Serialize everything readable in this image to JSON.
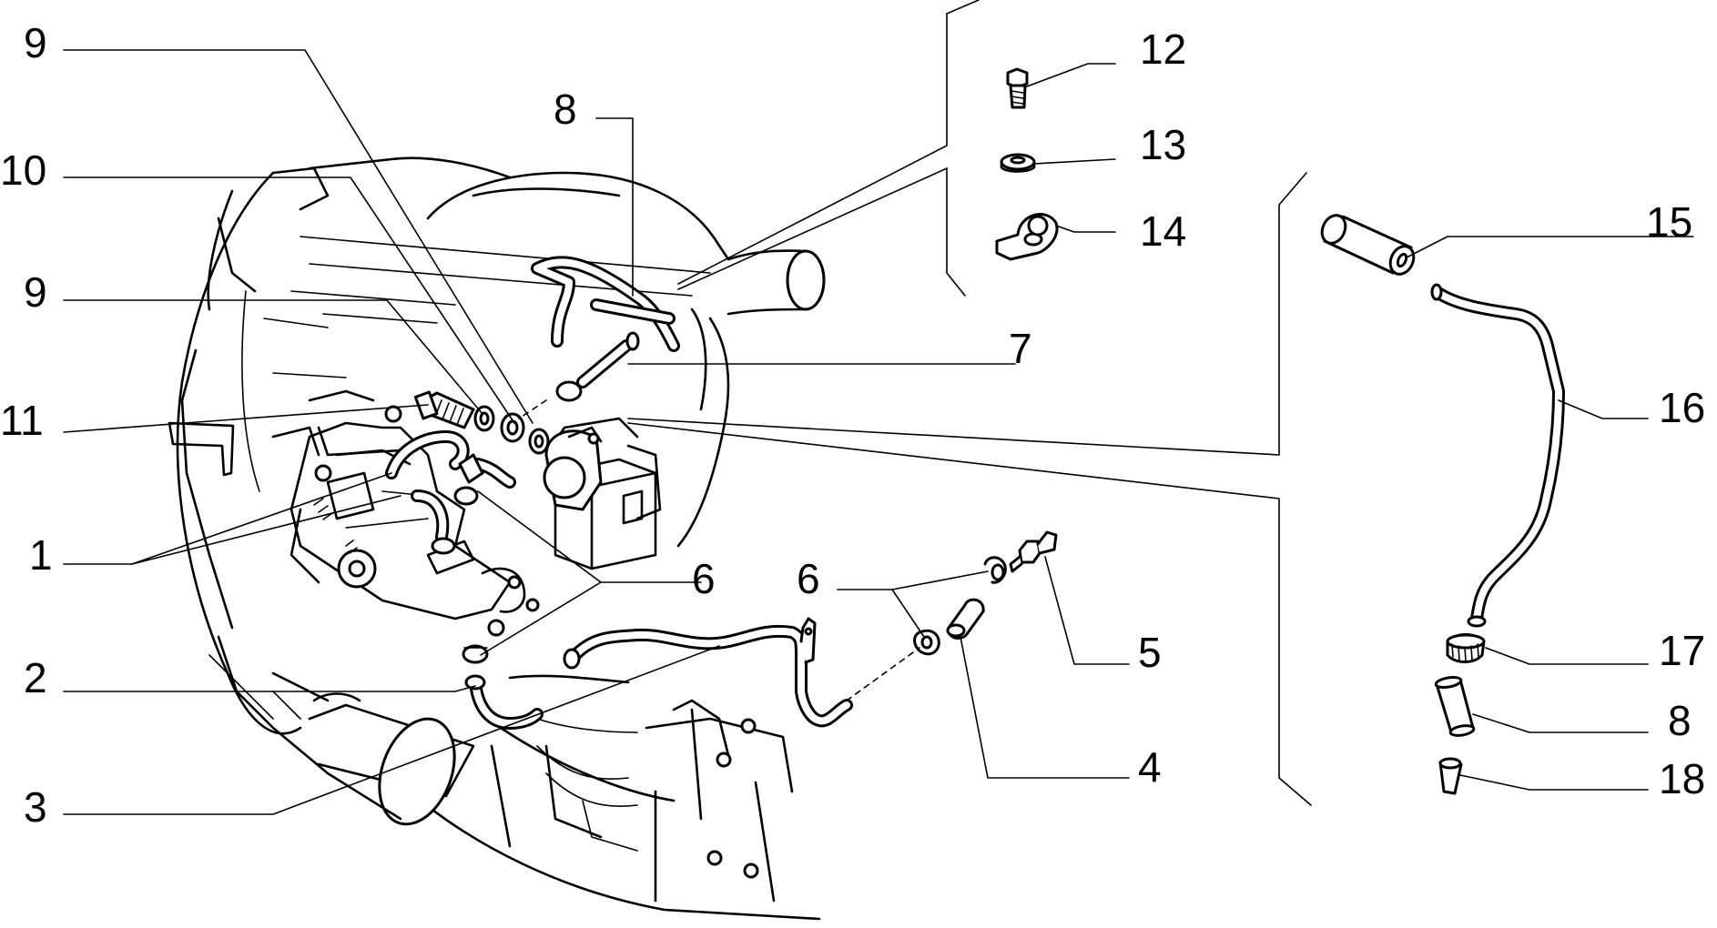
{
  "callouts": [
    {
      "id": "c-9a",
      "label": "9"
    },
    {
      "id": "c-8a",
      "label": "8"
    },
    {
      "id": "c-10",
      "label": "10"
    },
    {
      "id": "c-9b",
      "label": "9"
    },
    {
      "id": "c-11",
      "label": "11"
    },
    {
      "id": "c-1",
      "label": "1"
    },
    {
      "id": "c-2",
      "label": "2"
    },
    {
      "id": "c-3",
      "label": "3"
    },
    {
      "id": "c-6a",
      "label": "6"
    },
    {
      "id": "c-6b",
      "label": "6"
    },
    {
      "id": "c-7",
      "label": "7"
    },
    {
      "id": "c-12",
      "label": "12"
    },
    {
      "id": "c-13",
      "label": "13"
    },
    {
      "id": "c-14",
      "label": "14"
    },
    {
      "id": "c-5",
      "label": "5"
    },
    {
      "id": "c-4",
      "label": "4"
    },
    {
      "id": "c-15",
      "label": "15"
    },
    {
      "id": "c-16",
      "label": "16"
    },
    {
      "id": "c-17",
      "label": "17"
    },
    {
      "id": "c-8b",
      "label": "8"
    },
    {
      "id": "c-18",
      "label": "18"
    }
  ]
}
